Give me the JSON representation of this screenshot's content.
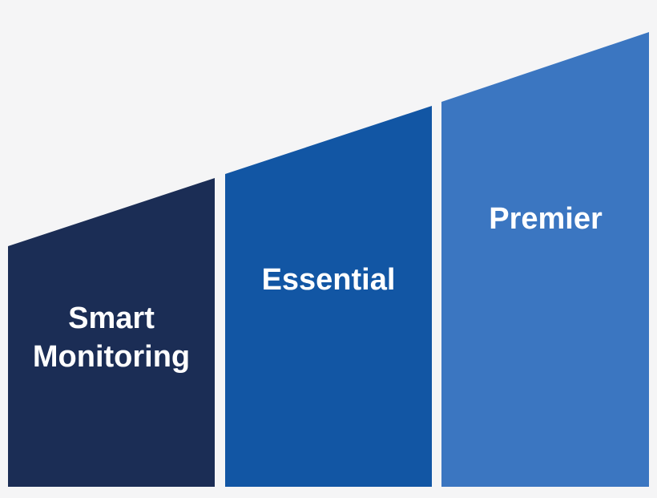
{
  "background_color": "#f5f5f6",
  "label_text_color": "#ffffff",
  "diagram": {
    "type": "ascending-tier-steps",
    "tiers": [
      {
        "id": "smart-monitoring",
        "label": "Smart Monitoring",
        "label_line1": "Smart",
        "label_line2": "Monitoring",
        "color": "#1b2d55"
      },
      {
        "id": "essential",
        "label": "Essential",
        "color": "#1256a4"
      },
      {
        "id": "premier",
        "label": "Premier",
        "color": "#3b76c1"
      }
    ]
  }
}
